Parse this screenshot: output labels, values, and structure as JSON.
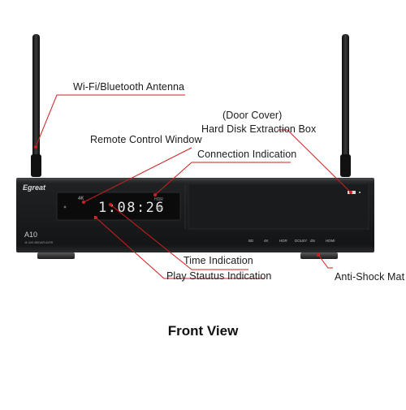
{
  "labels": {
    "antenna": "Wi-Fi/Bluetooth Antenna",
    "door_cover": "(Door Cover)",
    "hdd_box": "Hard Disk Extraction Box",
    "remote_window": "Remote Control Window",
    "connection": "Connection Indication",
    "time": "Time Indication",
    "play_status": "Play Stautus Indication",
    "anti_shock": "Anti-Shock Mat"
  },
  "device": {
    "brand": "Egreat",
    "model": "A10",
    "model_sub": "4K UHD MEDIAPLAYER",
    "display_time": "1:08:26",
    "display_4k": "4K",
    "display_hdr": "HDR",
    "logos": [
      "BD",
      "4K",
      "HDR",
      "DOLBY",
      "dts",
      "HDMI"
    ]
  },
  "footer": {
    "title": "Front View"
  },
  "colors": {
    "callout": "#d11f1f",
    "device_body": "#1c1d1f",
    "display_digits": "#e6e6e6"
  }
}
